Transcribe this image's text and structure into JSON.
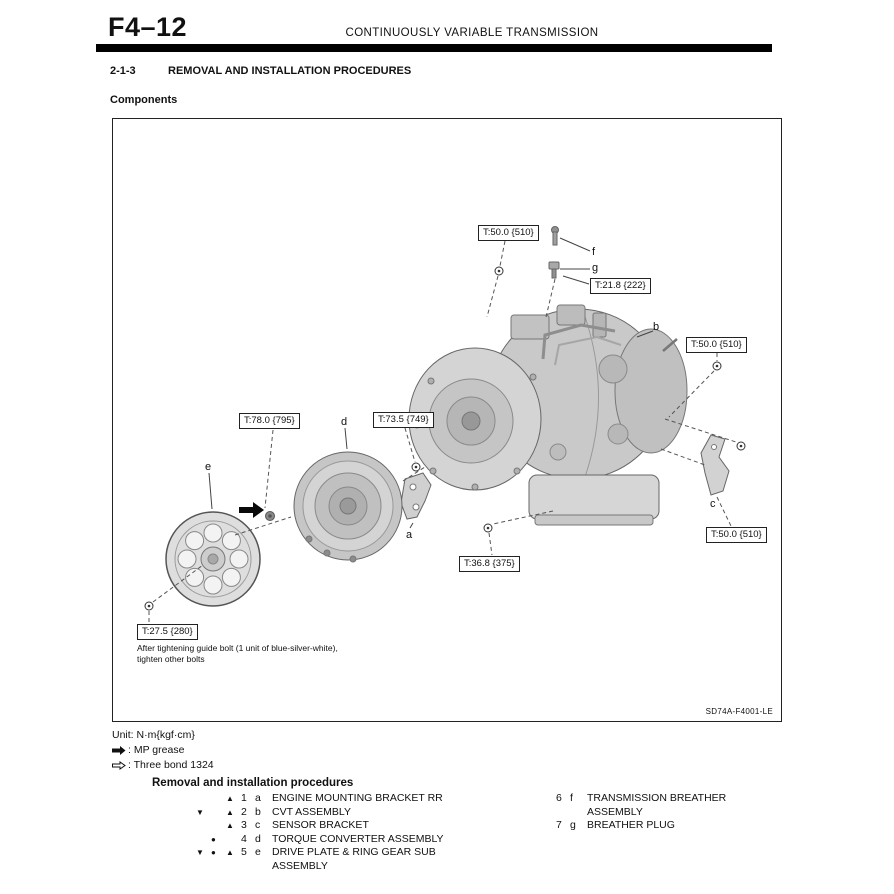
{
  "header": {
    "page_number": "F4–12",
    "title": "CONTINUOUSLY VARIABLE TRANSMISSION"
  },
  "section": {
    "number": "2-1-3",
    "title": "REMOVAL AND INSTALLATION PROCEDURES"
  },
  "components_label": "Components",
  "figure": {
    "callouts": {
      "top_bolt": "T:50.0 {510}",
      "breather": "T:21.8 {222}",
      "upper_right_bolt": "T:50.0 {510}",
      "torque_converter": "T:78.0 {795}",
      "bracket": "T:73.5 {749}",
      "oil_pan": "T:36.8 {375}",
      "sensor_bracket_bolt": "T:50.0 {510}",
      "drive_plate": "T:27.5 {280}"
    },
    "labels": {
      "a": "a",
      "b": "b",
      "c": "c",
      "d": "d",
      "e": "e",
      "f": "f",
      "g": "g"
    },
    "note_line1": "After tightening guide bolt (1 unit of blue-silver-white),",
    "note_line2": "tighten other bolts",
    "figure_id": "SD74A-F4001-LE"
  },
  "notes": {
    "unit": "Unit: N·m{kgf·cm}",
    "mp_grease": ": MP grease",
    "three_bond": ": Three bond 1324"
  },
  "legend": {
    "title": "Removal and installation procedures",
    "items": [
      {
        "sym1": "",
        "sym2": "",
        "sym3": "▲",
        "number": "1",
        "letter": "a",
        "name": "ENGINE MOUNTING BRACKET RR"
      },
      {
        "sym1": "▼",
        "sym2": "",
        "sym3": "▲",
        "number": "2",
        "letter": "b",
        "name": "CVT ASSEMBLY"
      },
      {
        "sym1": "",
        "sym2": "",
        "sym3": "▲",
        "number": "3",
        "letter": "c",
        "name": "SENSOR BRACKET"
      },
      {
        "sym1": "",
        "sym2": "●",
        "sym3": "",
        "number": "4",
        "letter": "d",
        "name": "TORQUE CONVERTER ASSEMBLY"
      },
      {
        "sym1": "▼",
        "sym2": "●",
        "sym3": "▲",
        "number": "5",
        "letter": "e",
        "name": "DRIVE PLATE & RING GEAR SUB ASSEMBLY"
      },
      {
        "number": "6",
        "letter": "f",
        "name": "TRANSMISSION BREATHER ASSEMBLY"
      },
      {
        "number": "7",
        "letter": "g",
        "name": "BREATHER PLUG"
      }
    ]
  }
}
